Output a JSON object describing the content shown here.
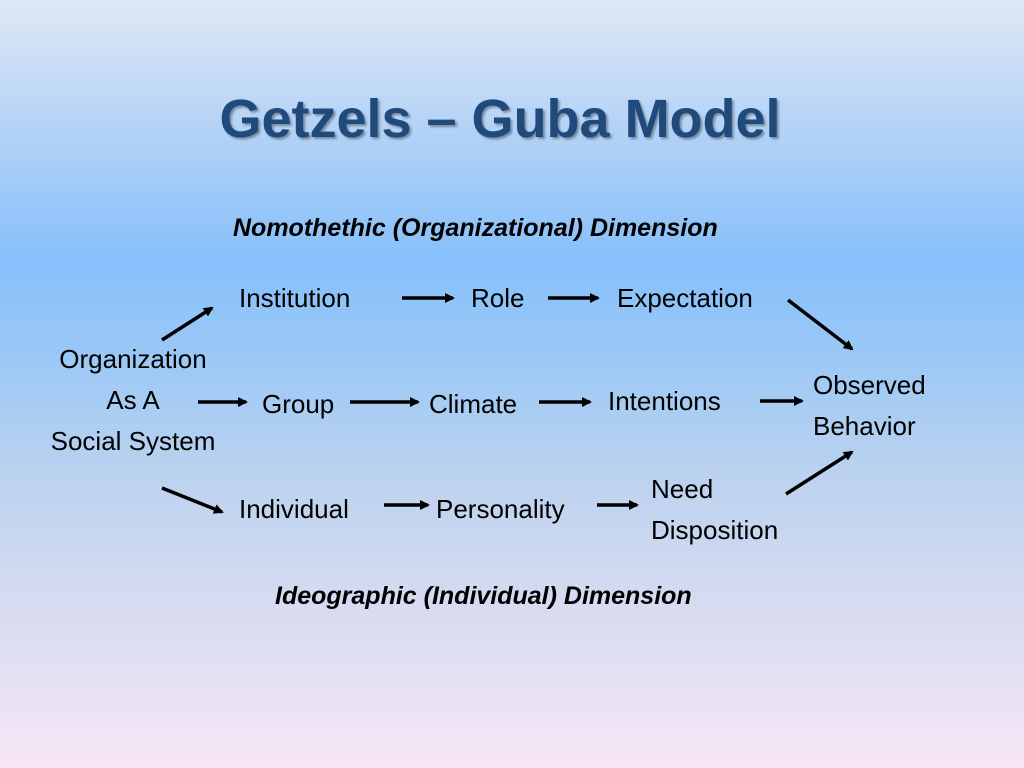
{
  "title": "Getzels – Guba Model",
  "nomothetic_label": "Nomothethic (Organizational) Dimension",
  "ideographic_label": "Ideographic (Individual) Dimension",
  "source": {
    "line1": "Organization",
    "line2": "As A",
    "line3": "Social System"
  },
  "nomothetic_row": [
    "Institution",
    "Role",
    "Expectation"
  ],
  "middle_row": [
    "Group",
    "Climate",
    "Intentions"
  ],
  "ideographic_row": {
    "individual": "Individual",
    "personality": "Personality",
    "need_line1": "Need",
    "need_line2": "Disposition"
  },
  "outcome": {
    "line1": "Observed",
    "line2": "Behavior"
  },
  "colors": {
    "title": "#1f4a7c",
    "text": "#000000",
    "arrow": "#000000"
  }
}
